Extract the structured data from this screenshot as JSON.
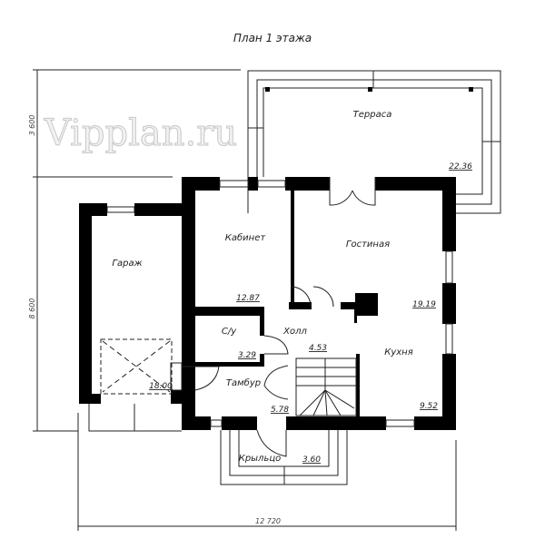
{
  "title": "План 1 этажа",
  "watermark": "Vipplan.ru",
  "dimensions": {
    "terrace_depth": "3 600",
    "house_depth": "8 600",
    "total_width": "12 720"
  },
  "rooms": [
    {
      "name": "Терраса",
      "area": "22.36"
    },
    {
      "name": "Кабинет",
      "area": "12.87"
    },
    {
      "name": "Гостиная",
      "area": "19.19"
    },
    {
      "name": "Гараж",
      "area": "18.00"
    },
    {
      "name": "С/у",
      "area": "3.29"
    },
    {
      "name": "Холл",
      "area": "4.53"
    },
    {
      "name": "Кухня",
      "area": "9.52"
    },
    {
      "name": "Тамбур",
      "area": "5.78"
    },
    {
      "name": "Крыльцо",
      "area": "3.60"
    }
  ]
}
